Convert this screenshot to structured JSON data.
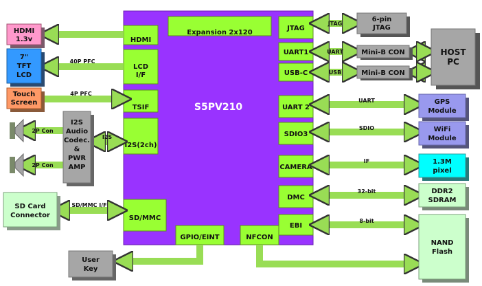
{
  "chip": {
    "name": "S5PV210",
    "expansion": "Expansion 2x120",
    "ports": {
      "hdmi": "HDMI",
      "lcd": [
        "LCD",
        "I/F"
      ],
      "tsif": "TSIF",
      "i2s": "I2S(2ch)",
      "sdmmc": "SD/MMC",
      "gpio": "GPIO/EINT",
      "nfcon": "NFCON",
      "jtag": "JTAG",
      "uart1": "UART1",
      "usbc": "USB-C",
      "uart2": "UART 2",
      "sdio3": "SDIO3",
      "camera": "CAMERA",
      "dmc": "DMC",
      "ebi": "EBI"
    }
  },
  "left_devices": {
    "hdmi": [
      "HDMI",
      "1.3v"
    ],
    "tft": [
      "7\"",
      "TFT",
      "LCD"
    ],
    "touch": [
      "Touch",
      "Screen"
    ],
    "codec": [
      "I2S",
      "Audio",
      "Codec.",
      "&",
      "PWR",
      "AMP"
    ],
    "sdcard": [
      "SD Card",
      "Connector"
    ],
    "userkey": [
      "User",
      "Key"
    ],
    "con1": "2P Con",
    "con2": "2P Con"
  },
  "right_devices": {
    "jtag6": [
      "6-pin",
      "JTAG"
    ],
    "minib1": "Mini-B CON",
    "minib2": "Mini-B CON",
    "host": [
      "HOST",
      "PC"
    ],
    "gps": [
      "GPS",
      "Module"
    ],
    "wifi": [
      "WiFi",
      "Module"
    ],
    "camera": [
      "1.3M",
      "pixel"
    ],
    "ddr": [
      "DDR2",
      "SDRAM"
    ],
    "nand": [
      "NAND",
      "Flash"
    ]
  },
  "buses": {
    "lcd": "40P PFC",
    "touch": "4P PFC",
    "i2s": "I2S",
    "sd": "SD/MMC I/F",
    "jtag": "JTAG",
    "uart1": "UART",
    "usb": "USB",
    "uart2": "UART",
    "sdio": "SDIO",
    "camera": "IF",
    "dmc": "32-bit",
    "ebi": "8-bit"
  },
  "colors": {
    "chip": "#9933ff",
    "port": "#99ff33",
    "arrow": "#99dd55",
    "device_gray": "#a6a6a6",
    "device_light": "#ccffcc",
    "device_violet": "#9999ee",
    "device_cyan": "#00ffff",
    "device_pink": "#ff99cc",
    "device_blue": "#3399ff",
    "device_orange": "#ff9966"
  }
}
